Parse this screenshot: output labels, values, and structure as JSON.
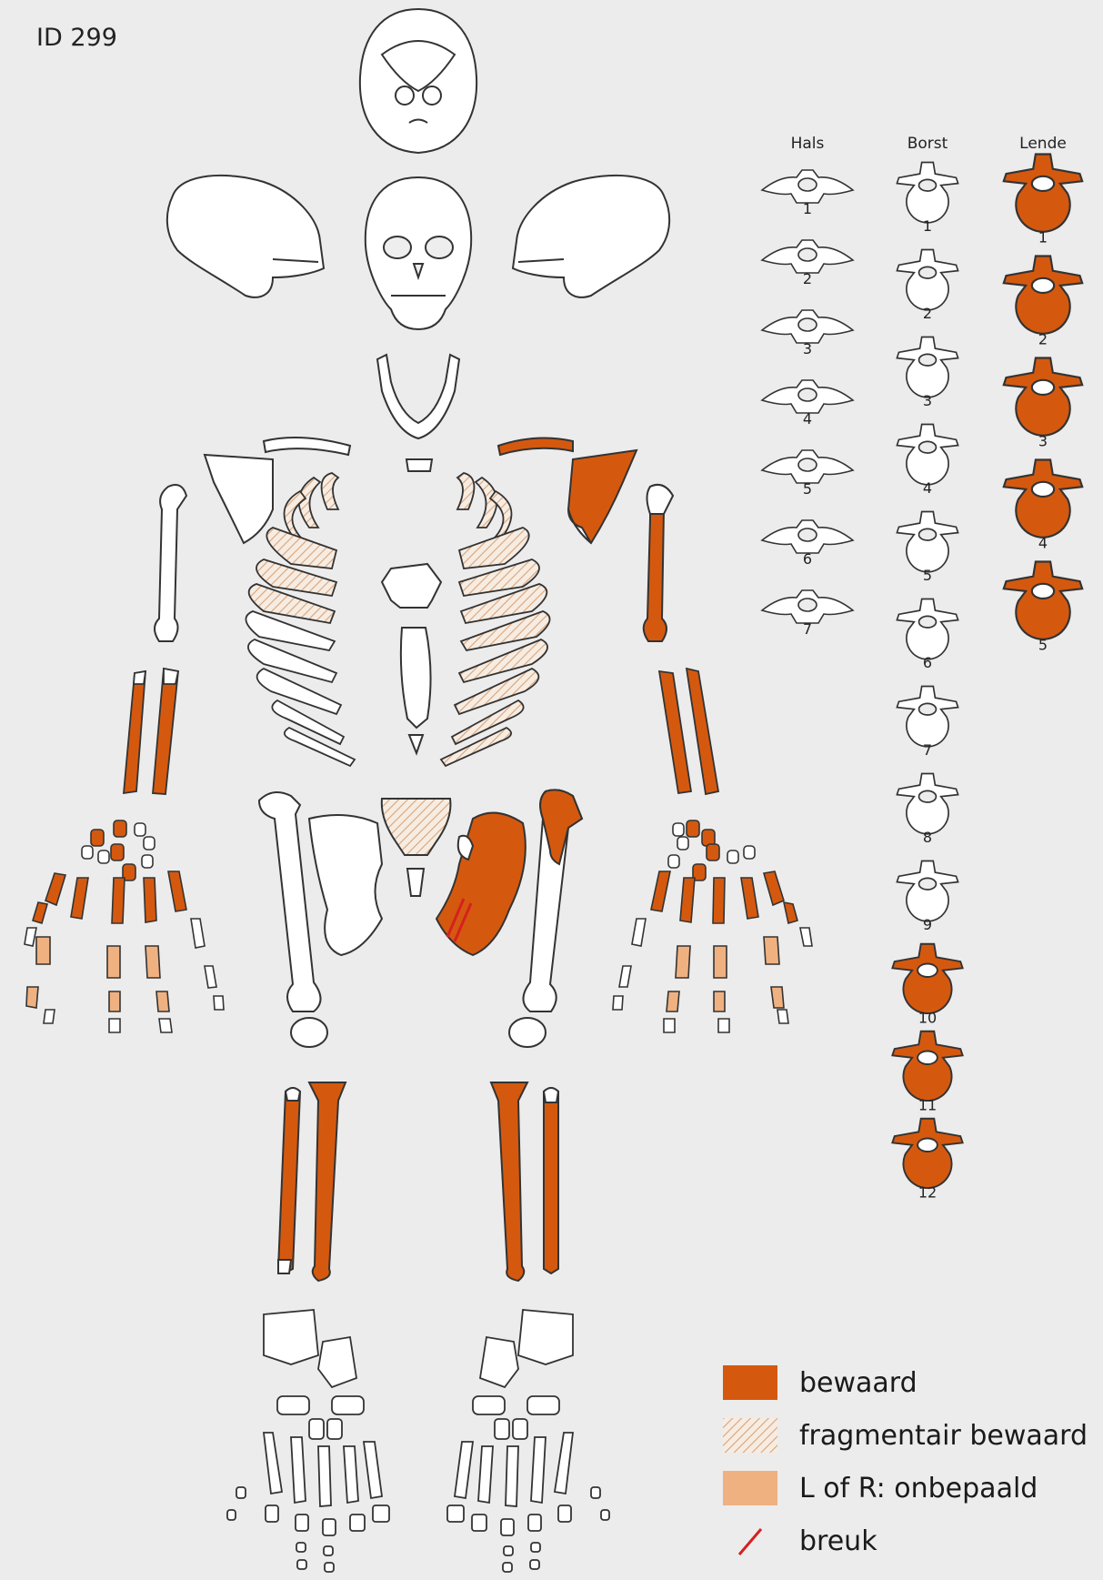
{
  "specimen_id": "ID 299",
  "spine": {
    "columns": [
      {
        "label": "Hals",
        "numbers": [
          "1",
          "2",
          "3",
          "4",
          "5",
          "6",
          "7"
        ],
        "states": [
          "absent",
          "absent",
          "absent",
          "absent",
          "absent",
          "absent",
          "absent"
        ]
      },
      {
        "label": "Borst",
        "numbers": [
          "1",
          "2",
          "3",
          "4",
          "5",
          "6",
          "7",
          "8",
          "9",
          "10",
          "11",
          "12"
        ],
        "states": [
          "absent",
          "absent",
          "absent",
          "absent",
          "absent",
          "absent",
          "absent",
          "absent",
          "absent",
          "preserved",
          "preserved",
          "preserved"
        ]
      },
      {
        "label": "Lende",
        "numbers": [
          "1",
          "2",
          "3",
          "4",
          "5"
        ],
        "states": [
          "preserved",
          "preserved",
          "preserved",
          "preserved",
          "preserved"
        ]
      }
    ]
  },
  "legend": [
    {
      "key": "preserved",
      "label": "bewaard",
      "color": "#d4590f"
    },
    {
      "key": "fragmentary",
      "label": "fragmentair bewaard",
      "color": "#e8c3a0"
    },
    {
      "key": "undetermined",
      "label": "L of R: onbepaald",
      "color": "#f0b181"
    },
    {
      "key": "fracture",
      "label": "breuk",
      "color": "#d62020"
    }
  ],
  "colors": {
    "preserved": "#d4590f",
    "fragmentary_hatch": "#d9a47a",
    "undetermined": "#f0b181",
    "absent": "#ffffff",
    "outline": "#333333",
    "background": "#ececec"
  }
}
